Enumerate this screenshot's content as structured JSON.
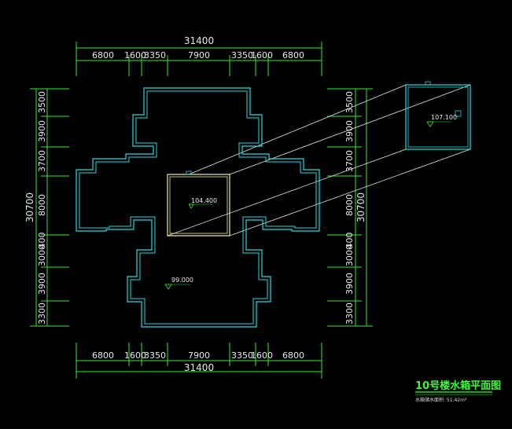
{
  "dimensions": {
    "top_total": "31400",
    "top_segments": [
      "6800",
      "1600",
      "3350",
      "7900",
      "3350",
      "1600",
      "6800"
    ],
    "bottom_total": "31400",
    "bottom_segments": [
      "6800",
      "1600",
      "3350",
      "7900",
      "3350",
      "1600",
      "6800"
    ],
    "left_total": "30700",
    "left_segments": [
      "3500",
      "3900",
      "3700",
      "8000",
      "3000",
      "400",
      "3900",
      "3300"
    ],
    "right_total": "30700",
    "right_segments": [
      "3500",
      "3900",
      "3700",
      "8000",
      "3000",
      "400",
      "3900",
      "3300"
    ]
  },
  "elevations": {
    "tank_detail": "107.100",
    "tank": "104.400",
    "floor": "99.000"
  },
  "drawing_title": "10号楼水箱平面图",
  "note": "水箱储水面积: 51.42m²",
  "colors": {
    "wall": "#26d9e0",
    "tank": "#f2ef9a",
    "dimension": "#33e833",
    "leader": "#e6e6e6",
    "background": "#000000"
  }
}
